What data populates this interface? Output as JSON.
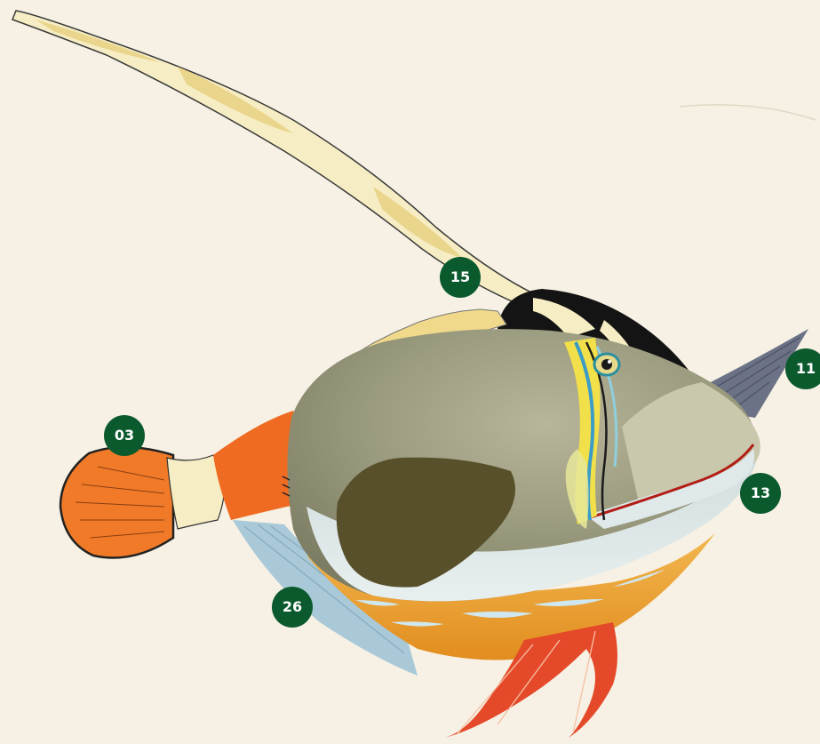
{
  "colors": {
    "background": "#f6f1e4",
    "badge": "#0b5a2e",
    "badge_text": "#ffffff"
  },
  "badges": [
    {
      "id": "badge-15",
      "label": "15"
    },
    {
      "id": "badge-11",
      "label": "11"
    },
    {
      "id": "badge-03",
      "label": "03"
    },
    {
      "id": "badge-13",
      "label": "13"
    },
    {
      "id": "badge-26",
      "label": "26"
    }
  ]
}
